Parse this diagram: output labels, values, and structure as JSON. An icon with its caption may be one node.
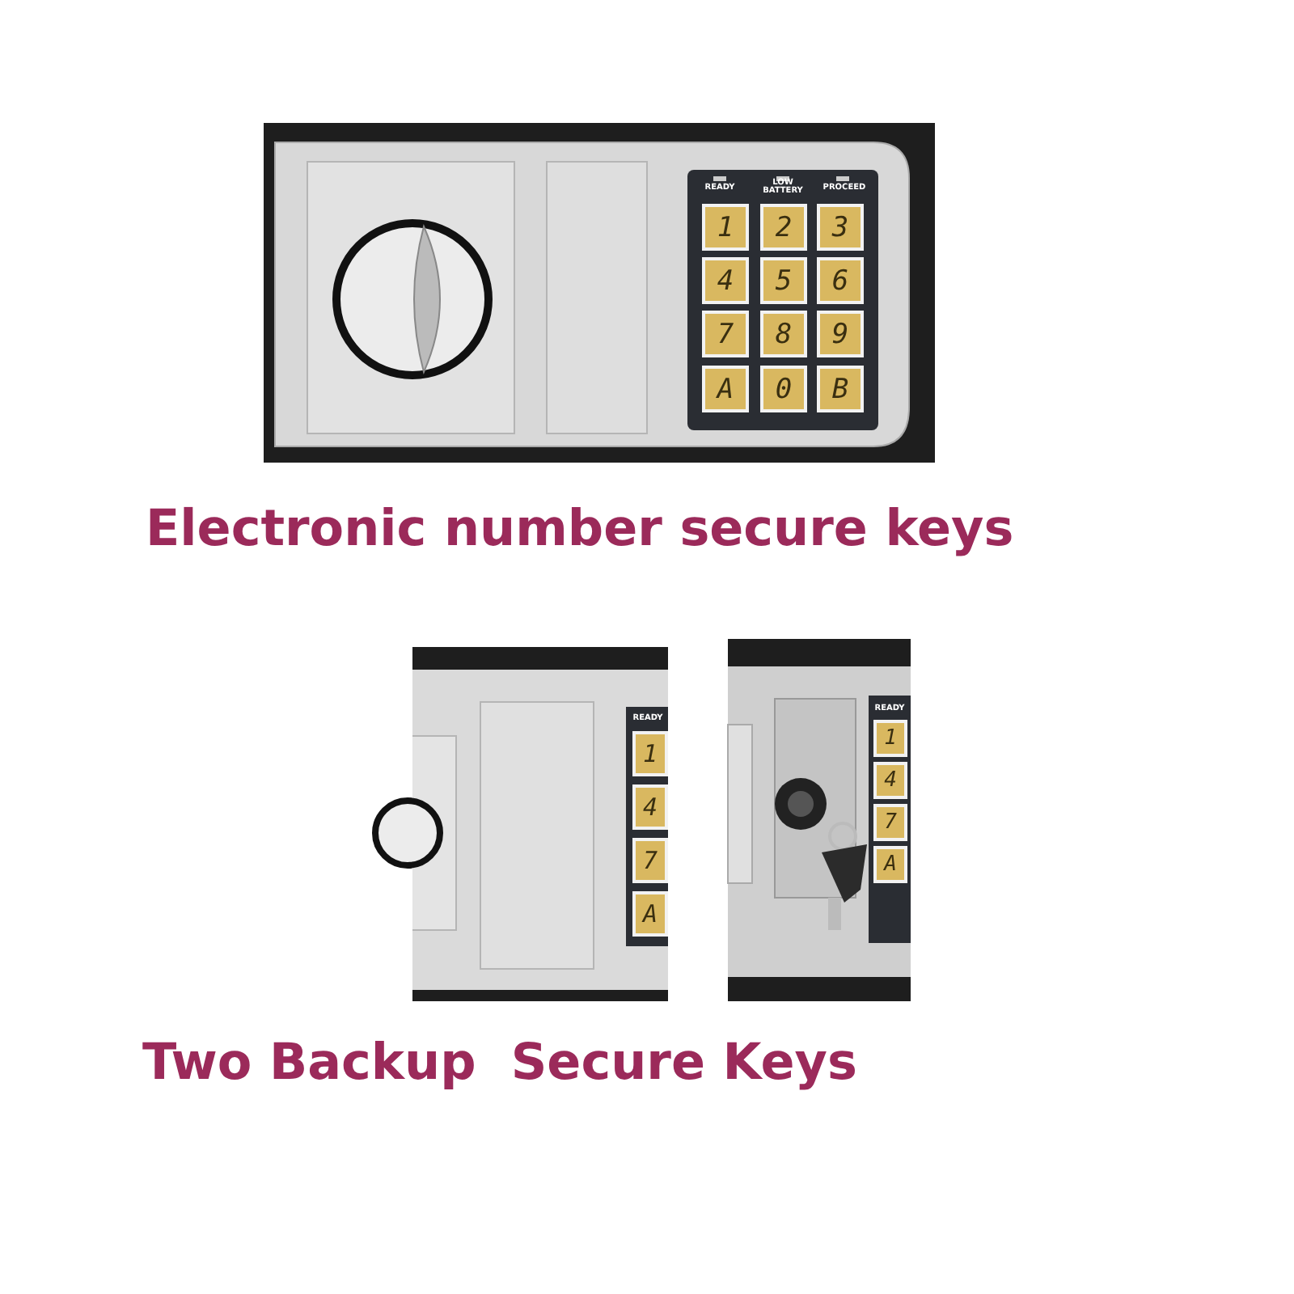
{
  "diagram": {
    "labels": [
      "READY",
      "LOW BATTERY",
      "PROCEED",
      "1",
      "2",
      "3",
      "4",
      "5",
      "6",
      "7",
      "8",
      "9",
      "A",
      "0",
      "B",
      "Electronic number secure keys",
      "READY",
      "1",
      "4",
      "7",
      "A",
      "READY",
      "1",
      "4",
      "7",
      "A",
      "Two Backup  Secure Keys"
    ]
  }
}
